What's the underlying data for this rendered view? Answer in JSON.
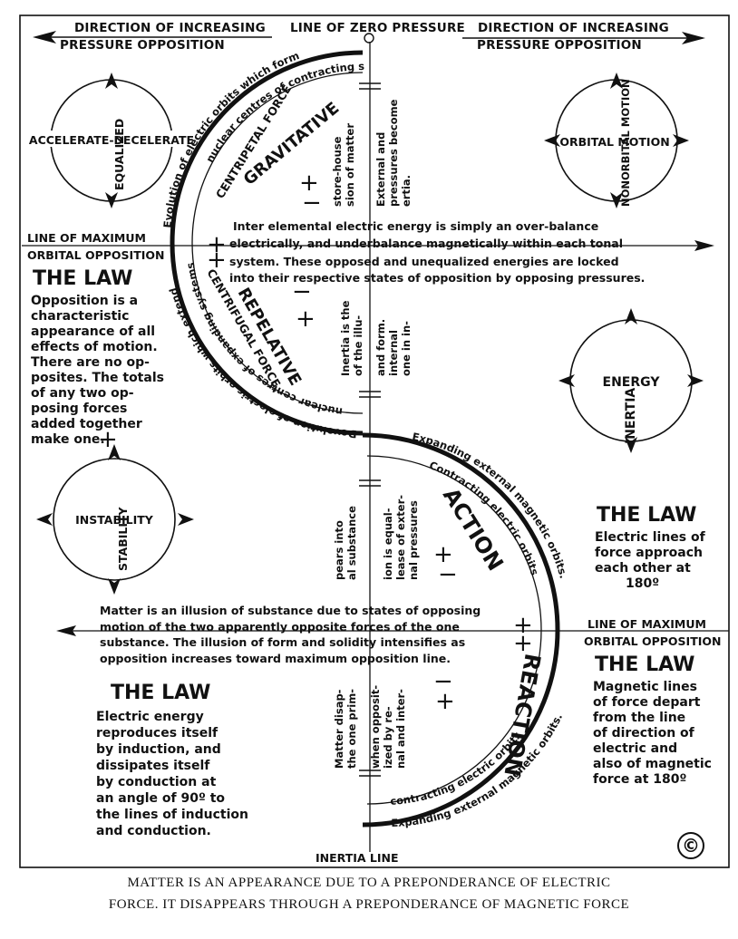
{
  "header": {
    "left_top": "DIRECTION OF INCREASING",
    "left_bottom": "PRESSURE OPPOSITION",
    "center": "LINE OF ZERO PRESSURE",
    "right_top": "DIRECTION OF INCREASING",
    "right_bottom": "PRESSURE OPPOSITION"
  },
  "lines": {
    "max_left_1": "LINE OF MAXIMUM",
    "max_left_2": "ORBITAL OPPOSITION",
    "max_right_1": "LINE OF MAXIMUM",
    "max_right_2": "ORBITAL OPPOSITION",
    "inertia": "INERTIA LINE"
  },
  "circles": {
    "top_left_h": "ACCELERATE-DECELERATE",
    "top_left_v": "EQUALIZED",
    "top_right_h": "ORBITAL MOTION",
    "top_right_v": "NONORBITAL MOTION",
    "mid_right_h": "ENERGY",
    "mid_right_v": "INERTIA",
    "bottom_left_h": "INSTABILITY",
    "bottom_left_v": "STABILITY"
  },
  "upper_half": {
    "outer_arc_top": "Evolution of electric orbits which form",
    "inner_arc_top": "nuclear centres of contracting systems.",
    "outer_arc_bottom": "Devolution of electric orbits which extend",
    "inner_arc_bottom": "nuclear centres of expanding systems",
    "centripetal": "CENTRIPETAL FORCE",
    "gravitative": "GRAVITATIVE",
    "centrifugal": "CENTRIFUGAL FORCE",
    "repelative": "REPELATIVE",
    "vert_a": "store-house",
    "vert_b": "sion of matter",
    "vert_c": "External and",
    "vert_d": "pressures become",
    "vert_e": "ertia.",
    "vert_f": "Inertia is the",
    "vert_g": "of the illu-",
    "vert_h": "and form.",
    "vert_i": "internal",
    "vert_j": "one in in-"
  },
  "middle_text": {
    "line1": "Inter elemental electric energy is simply an over-balance",
    "line2": "electrically, and underbalance magnetically within each tonal",
    "line3": "system. These opposed and unequalized energies are locked",
    "line4": "into their respective states of opposition by opposing pressures."
  },
  "lower_text": {
    "line1": "Matter is an illusion of substance due to states of opposing",
    "line2": "motion of the two apparently opposite forces of the one",
    "line3": "substance. The illusion of form and solidity intensifies as",
    "line4": "opposition increases toward maximum opposition line."
  },
  "lower_half": {
    "action": "ACTION",
    "reaction": "REACTION",
    "outer_arc_top": "Expanding external magnetic orbits.",
    "inner_arc_top": "Contracting electric orbits",
    "outer_arc_bottom": "Expanding external magnetic orbits.",
    "inner_arc_bottom": "contracting electric orbits",
    "vert_a": "pears into",
    "vert_b": "al substance",
    "vert_c": "ion is equal-",
    "vert_d": "lease of exter-",
    "vert_e": "nal pressures",
    "vert_f": "Matter disap-",
    "vert_g": "the one prim-",
    "vert_h": "when opposit-",
    "vert_i": "ized by re-",
    "vert_j": "nal and inter-"
  },
  "law_1": {
    "title": "THE LAW",
    "lines": [
      "Opposition is a",
      "characteristic",
      "appearance of all",
      "effects of motion.",
      "There are no op-",
      "posites. The totals",
      "of any two op-",
      "posing forces",
      "added together",
      "make one."
    ]
  },
  "law_2": {
    "title": "THE LAW",
    "lines": [
      "Electric lines of",
      "force approach",
      "each other at",
      "180º"
    ]
  },
  "law_3": {
    "title": "THE LAW",
    "lines": [
      "Magnetic lines",
      "of force depart",
      "from the line",
      "of direction of",
      "electric and",
      "also of magnetic",
      "force at 180º"
    ]
  },
  "law_4": {
    "title": "THE LAW",
    "lines": [
      "Electric energy",
      "reproduces itself",
      "by induction, and",
      "dissipates itself",
      "by conduction at",
      "an angle of 90º to",
      "the lines of induction",
      "and conduction."
    ]
  },
  "symbols": {
    "plus": "+",
    "minus": "−",
    "copyright": "©"
  },
  "caption": {
    "line1": "MATTER IS AN APPEARANCE DUE TO A PREPONDERANCE OF ELECTRIC",
    "line2": "FORCE. IT DISAPPEARS THROUGH A PREPONDERANCE OF MAGNETIC FORCE"
  }
}
